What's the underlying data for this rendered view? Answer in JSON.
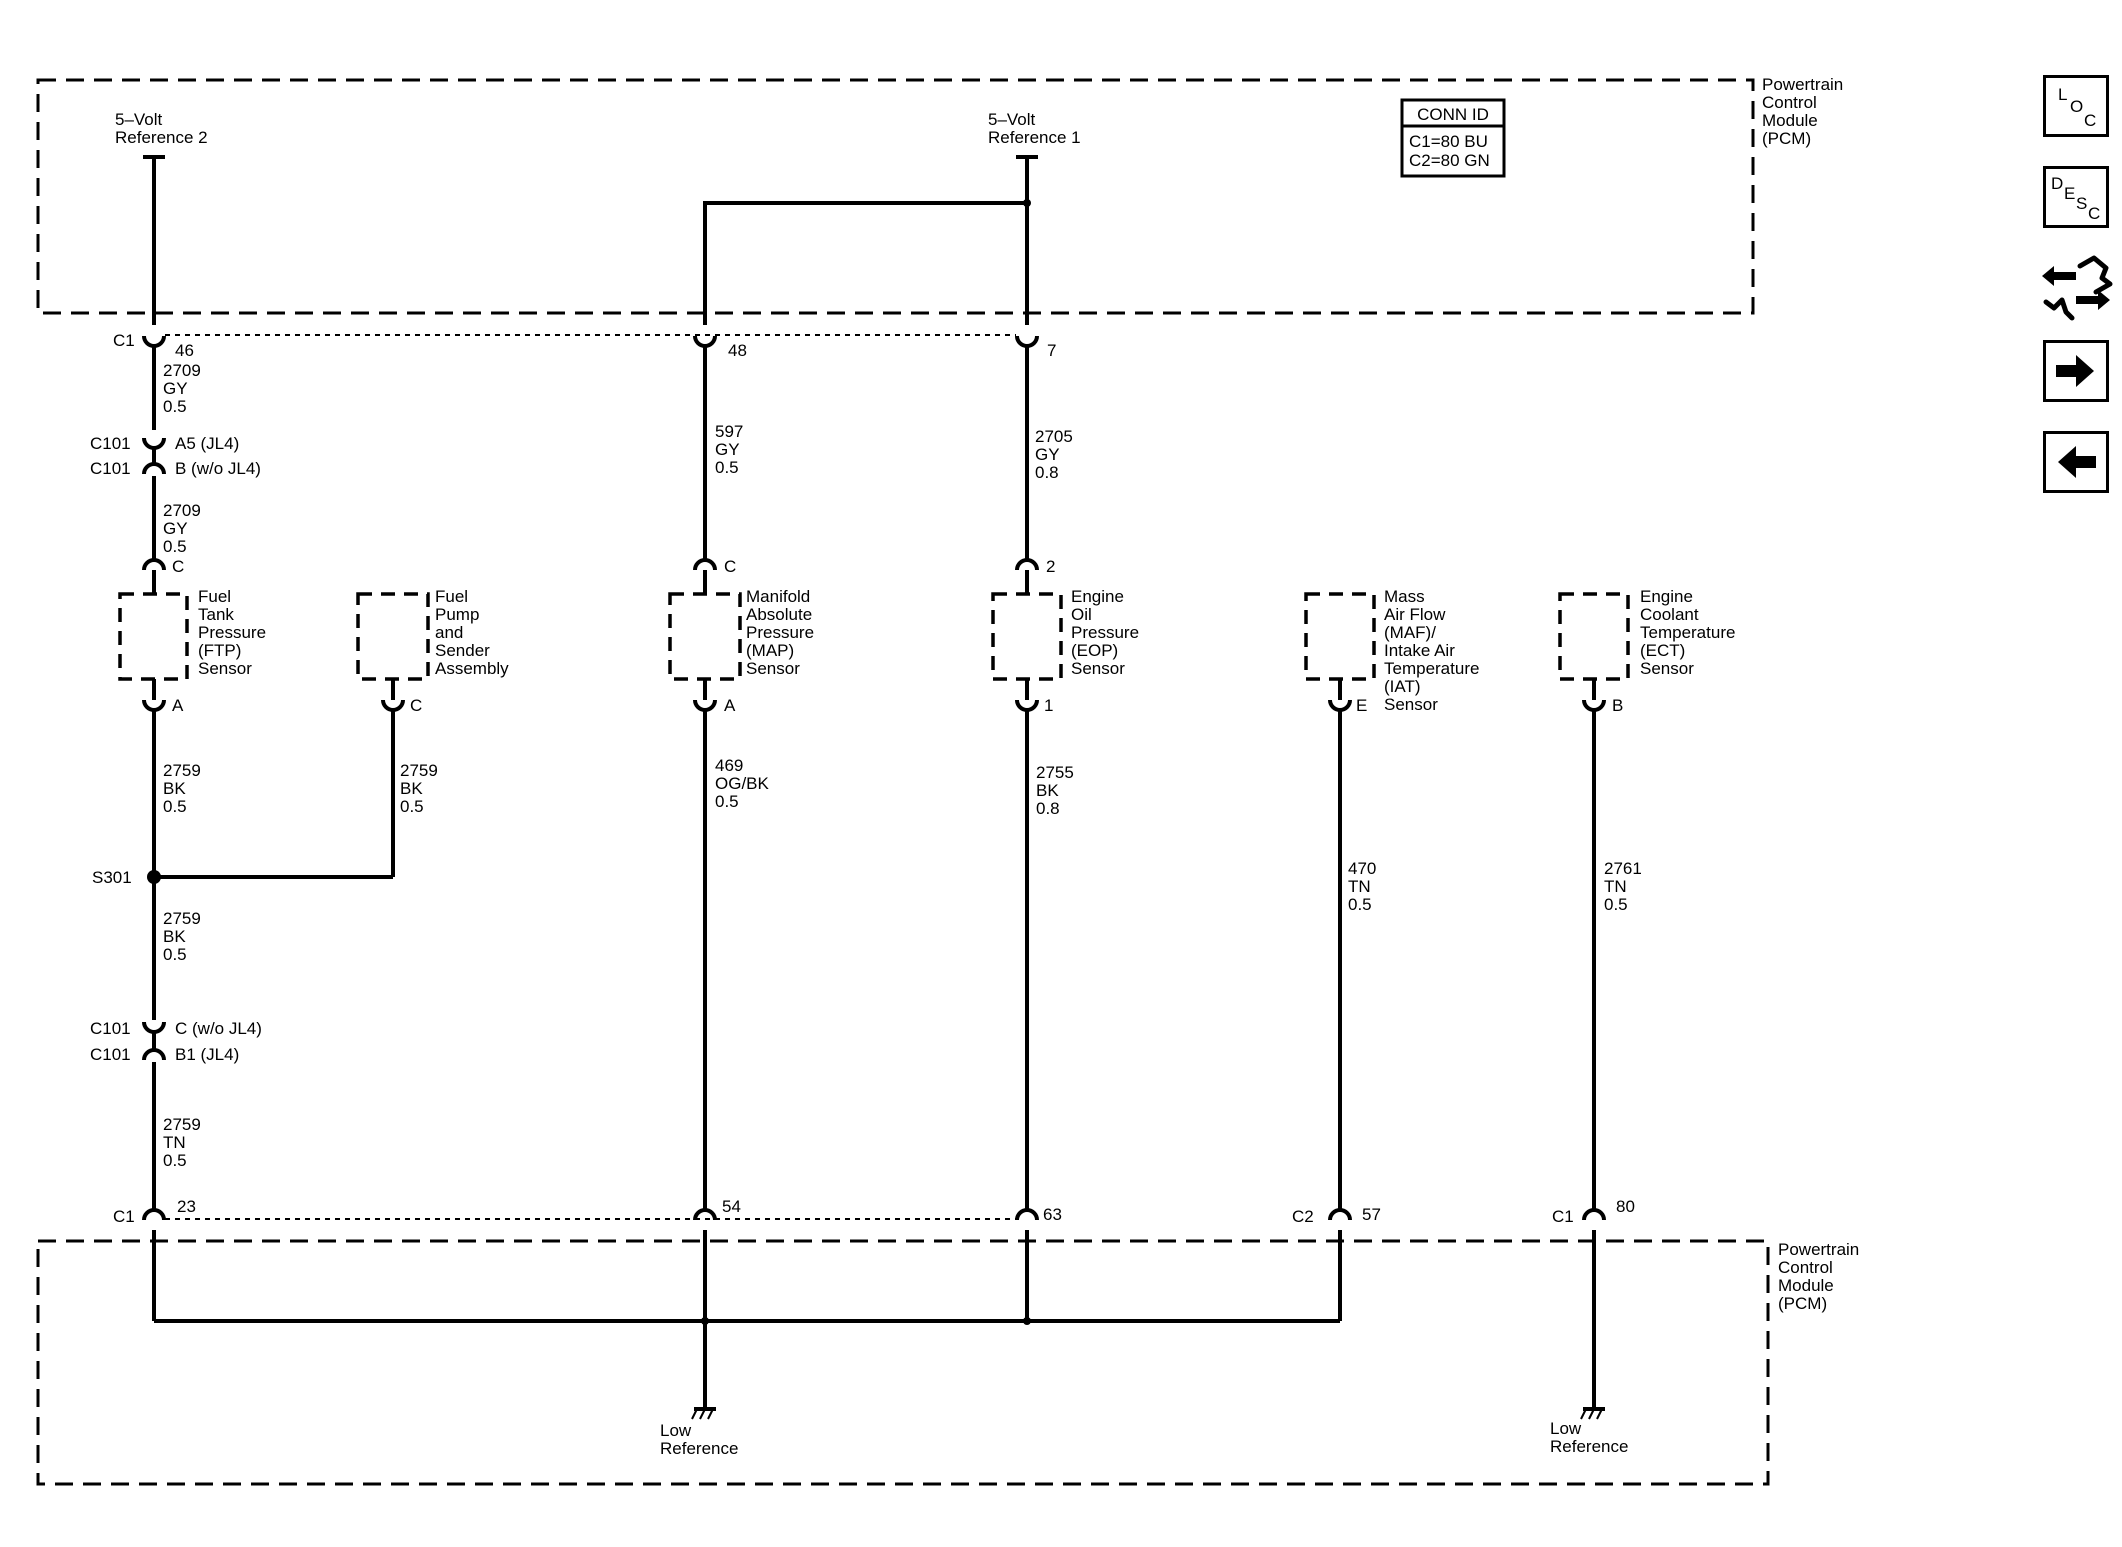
{
  "pcm_label": [
    "Powertrain",
    "Control",
    "Module",
    "(PCM)"
  ],
  "conn_id": {
    "title": "CONN ID",
    "rows": [
      "C1=80 BU",
      "C2=80 GN"
    ]
  },
  "top_refs": {
    "ref2": [
      "5–Volt",
      "Reference 2"
    ],
    "ref1": [
      "5–Volt",
      "Reference 1"
    ]
  },
  "top_pins": {
    "ftp": "46",
    "map": "48",
    "eop": "7",
    "connector": "C1"
  },
  "wires": {
    "ftp_top": [
      "2709",
      "GY",
      "0.5"
    ],
    "ftp_mid": [
      "2709",
      "GY",
      "0.5"
    ],
    "map_top": [
      "597",
      "GY",
      "0.5"
    ],
    "eop_top": [
      "2705",
      "GY",
      "0.8"
    ],
    "ftp_bot": [
      "2759",
      "BK",
      "0.5"
    ],
    "fuel_pump": [
      "2759",
      "BK",
      "0.5"
    ],
    "s301_down": [
      "2759",
      "BK",
      "0.5"
    ],
    "ftp_low": [
      "2759",
      "TN",
      "0.5"
    ],
    "map_bot": [
      "469",
      "OG/BK",
      "0.5"
    ],
    "eop_bot": [
      "2755",
      "BK",
      "0.8"
    ],
    "maf": [
      "470",
      "TN",
      "0.5"
    ],
    "ect": [
      "2761",
      "TN",
      "0.5"
    ]
  },
  "inline_connectors": {
    "upper": [
      {
        "name": "C101",
        "pin": "A5 (JL4)"
      },
      {
        "name": "C101",
        "pin": "B (w/o JL4)"
      }
    ],
    "lower": [
      {
        "name": "C101",
        "pin": "C (w/o JL4)"
      },
      {
        "name": "C101",
        "pin": "B1 (JL4)"
      }
    ]
  },
  "components": {
    "ftp": {
      "label": [
        "Fuel",
        "Tank",
        "Pressure",
        "(FTP)",
        "Sensor"
      ],
      "pin_top": "C",
      "pin_bot": "A"
    },
    "fuel_pump": {
      "label": [
        "Fuel",
        "Pump",
        "and",
        "Sender",
        "Assembly"
      ],
      "pin_bot": "C"
    },
    "map": {
      "label": [
        "Manifold",
        "Absolute",
        "Pressure",
        "(MAP)",
        "Sensor"
      ],
      "pin_top": "C",
      "pin_bot": "A"
    },
    "eop": {
      "label": [
        "Engine",
        "Oil",
        "Pressure",
        "(EOP)",
        "Sensor"
      ],
      "pin_top": "2",
      "pin_bot": "1"
    },
    "maf": {
      "label": [
        "Mass",
        "Air Flow",
        "(MAF)/",
        "Intake Air",
        "Temperature",
        "(IAT)",
        "Sensor"
      ],
      "pin_bot": "E"
    },
    "ect": {
      "label": [
        "Engine",
        "Coolant",
        "Temperature",
        "(ECT)",
        "Sensor"
      ],
      "pin_bot": "B"
    }
  },
  "splice": "S301",
  "bottom_pins": {
    "ftp": {
      "conn": "C1",
      "pin": "23"
    },
    "map": {
      "pin": "54"
    },
    "eop": {
      "pin": "63"
    },
    "maf": {
      "conn": "C2",
      "pin": "57"
    },
    "ect": {
      "conn": "C1",
      "pin": "80"
    }
  },
  "low_refs": {
    "left": [
      "Low",
      "Reference"
    ],
    "right": [
      "Low",
      "Reference"
    ]
  },
  "nav": {
    "loc": [
      "L",
      "O",
      "C"
    ],
    "desc": [
      "D",
      "E",
      "S",
      "C"
    ],
    "icons": [
      "connector-swap-icon",
      "next-arrow-icon",
      "previous-arrow-icon"
    ]
  }
}
